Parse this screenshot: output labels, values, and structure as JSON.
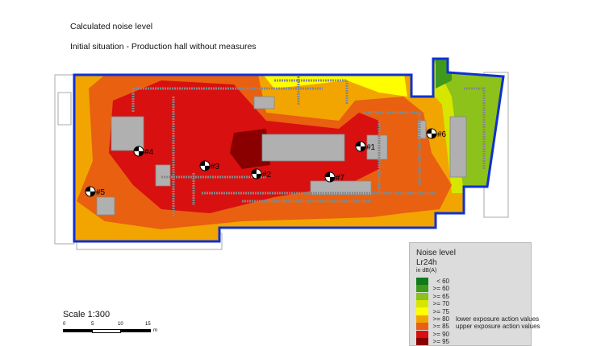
{
  "title": "Calculated noise level",
  "subtitle": "Initial situation - Production hall without measures",
  "receivers": [
    {
      "label": "#1"
    },
    {
      "label": "#2"
    },
    {
      "label": "#3"
    },
    {
      "label": "#4"
    },
    {
      "label": "#5"
    },
    {
      "label": "#6"
    },
    {
      "label": "#7"
    }
  ],
  "legend": {
    "title": "Noise level",
    "metric": "Lr24h",
    "unit": "in dB(A)",
    "items": [
      {
        "label": "<  60",
        "color": "#0f7a1a",
        "note": ""
      },
      {
        "label": ">= 60",
        "color": "#3f9a1c",
        "note": ""
      },
      {
        "label": ">= 65",
        "color": "#8cc21a",
        "note": ""
      },
      {
        "label": ">= 70",
        "color": "#d6e600",
        "note": ""
      },
      {
        "label": ">= 75",
        "color": "#ffff00",
        "note": ""
      },
      {
        "label": ">= 80",
        "color": "#f2a500",
        "note": "lower exposure action values"
      },
      {
        "label": ">= 85",
        "color": "#e86010",
        "note": "upper exposure action values"
      },
      {
        "label": ">= 90",
        "color": "#d81010",
        "note": ""
      },
      {
        "label": ">= 95",
        "color": "#8a0000",
        "note": ""
      }
    ]
  },
  "scale": {
    "label": "Scale 1:300",
    "ticks": [
      "0",
      "5",
      "10",
      "15"
    ],
    "unit": "m"
  }
}
